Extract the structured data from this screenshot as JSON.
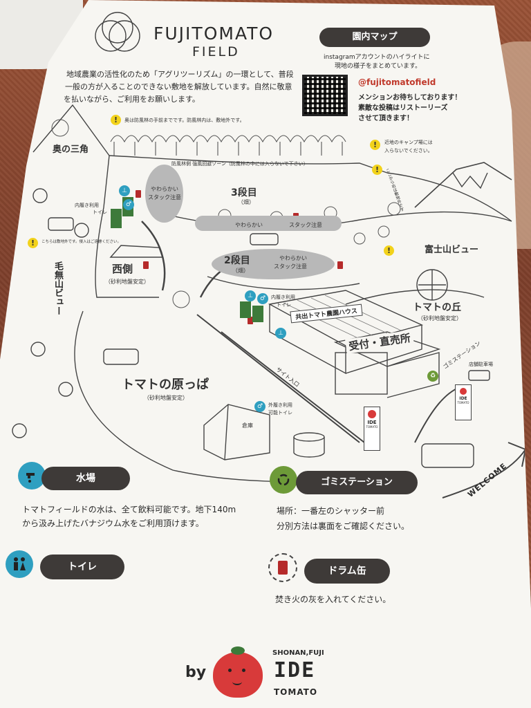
{
  "header": {
    "brand_line1": "FUJITOMATO",
    "brand_line2": "FIELD",
    "intro_line1": "地域農業の活性化のため「アグリツーリズム」の一環として、普段",
    "intro_line2": "一般の方が入ることのできない敷地を解放しています。自然に敬意",
    "intro_line3": "を払いながら、ご利用をお願いします。"
  },
  "instagram": {
    "map_label": "園内マップ",
    "desc_line1": "instagramアカウントのハイライトに",
    "desc_line2": "現地の様子をまとめています。",
    "handle": "@fujitomatofield",
    "msg_line1": "メンションお待ちしております！",
    "msg_line2": "素敵な投稿はリストーリーズ",
    "msg_line3": "させて頂きます！"
  },
  "map": {
    "okunosankaku": "奥の三角",
    "note_windbreak": "奥は防風林の手前までです。防風林内は、敷地外です。",
    "windbreak_zone": "防風林側 強風回避ゾーン（防風林の中には入らないで下さい）",
    "sandanme": "3段目",
    "sandanme_sub": "（畑）",
    "soft_stack": "やわらかい",
    "stack_caution": "スタック注意",
    "soft_stack_vertical_1": "やわらかい",
    "soft_stack_vertical_2": "スタック注意",
    "nidanme": "2段目",
    "nidanme_sub": "（畑）",
    "nidanme_soft": "やわらかい",
    "nidanme_stack": "スタック注意",
    "uchibaki_toilet": "内履き利用",
    "uchibaki_toilet2": "トイレ",
    "uchibaki_toilet_b": "内履き利用",
    "uchibaki_toilet_b2": "トイレ",
    "note_outside": "こちらは敷地外です。侵入はご遠慮ください。",
    "nishigawa": "西側",
    "nishigawa_sub": "（砂利地盤安定）",
    "kenashiyama": "毛無山ビュー",
    "fujisan_view": "富士山ビュー",
    "note_camp_1": "近地のキャンプ場には",
    "note_camp_2": "入らないでください。",
    "note_vertical": "ここから右は敷地外です",
    "tomato_oka": "トマトの丘",
    "tomato_oka_sub": "（砂利地盤安定）",
    "greenhouse": "共出トマト農園ハウス",
    "uketsuke": "受付・直売所",
    "gomi_station_map": "ゴミステーション",
    "shop_parking": "店舗駐車場",
    "tomato_harappa": "トマトの原っぱ",
    "tomato_harappa_sub": "（砂利地盤安定）",
    "site_entrance": "サイト入口",
    "sotobaki_1": "外履き利用",
    "sotobaki_2": "可能トイレ",
    "souko": "倉庫",
    "welcome": "WELCOME",
    "flag_text": "IDE",
    "flag_sub": "TOMATO"
  },
  "legend": {
    "water_title": "水場",
    "water_line1": "トマトフィールドの水は、全て飲料可能です。地下140m",
    "water_line2": "から汲み上げたバナジウム水をご利用頂けます。",
    "gomi_title": "ゴミステーション",
    "gomi_line1": "場所：一番左のシャッター前",
    "gomi_line2": "分別方法は裏面をご確認ください。",
    "toilet_title": "トイレ",
    "drum_title": "ドラム缶",
    "drum_line1": "焚き火の灰を入れてください。"
  },
  "footer": {
    "by": "by",
    "shonan": "SHONAN,FUJI",
    "ide": "IDE",
    "tomato": "TOMATO"
  },
  "colors": {
    "pill": "#3e3a38",
    "water_blue": "#2f9fc0",
    "gomi_green": "#6d9a38",
    "drum_red": "#b52a2a",
    "warn_yellow": "#f2d21b",
    "tomato_red": "#d83a3a"
  }
}
